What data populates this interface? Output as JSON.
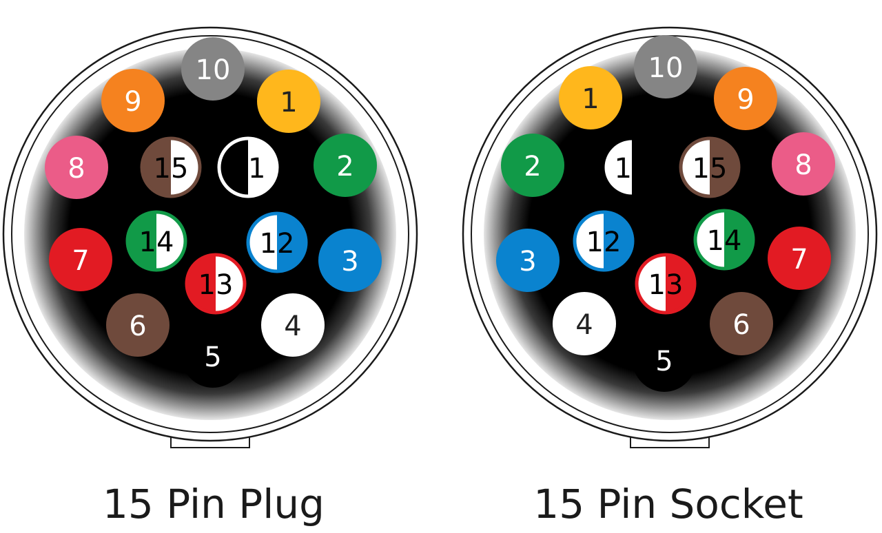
{
  "connectors": [
    {
      "id": "plug",
      "caption": "15 Pin Plug",
      "pins": [
        {
          "n": "1",
          "color": "#ffb71c",
          "text": "#222222"
        },
        {
          "n": "2",
          "color": "#119a48",
          "text": "#ffffff"
        },
        {
          "n": "3",
          "color": "#0a83cf",
          "text": "#ffffff"
        },
        {
          "n": "4",
          "color": "#ffffff",
          "text": "#222222"
        },
        {
          "n": "5",
          "color": "#000000",
          "text": "#ffffff"
        },
        {
          "n": "6",
          "color": "#6f4a3c",
          "text": "#ffffff"
        },
        {
          "n": "7",
          "color": "#e21b23",
          "text": "#ffffff"
        },
        {
          "n": "8",
          "color": "#eb5c88",
          "text": "#ffffff"
        },
        {
          "n": "9",
          "color": "#f5821f",
          "text": "#ffffff"
        },
        {
          "n": "10",
          "color": "#858585",
          "text": "#ffffff"
        },
        {
          "n": "11",
          "split": [
            "#000000",
            "#ffffff"
          ],
          "ring": "#ffffff",
          "text": "#000000"
        },
        {
          "n": "12",
          "split": [
            "#ffffff",
            "#0a83cf"
          ],
          "ring": "#0a83cf",
          "text": "#000000"
        },
        {
          "n": "13",
          "split": [
            "#e21b23",
            "#ffffff"
          ],
          "ring": "#e21b23",
          "text": "#000000"
        },
        {
          "n": "14",
          "split": [
            "#119a48",
            "#ffffff"
          ],
          "ring": "#119a48",
          "text": "#000000"
        },
        {
          "n": "15",
          "split": [
            "#6f4a3c",
            "#ffffff"
          ],
          "ring": "#6f4a3c",
          "text": "#000000"
        }
      ]
    },
    {
      "id": "socket",
      "caption": "15 Pin Socket",
      "pins": [
        {
          "n": "1",
          "color": "#ffb71c",
          "text": "#222222"
        },
        {
          "n": "2",
          "color": "#119a48",
          "text": "#ffffff"
        },
        {
          "n": "3",
          "color": "#0a83cf",
          "text": "#ffffff"
        },
        {
          "n": "4",
          "color": "#ffffff",
          "text": "#222222"
        },
        {
          "n": "5",
          "color": "#000000",
          "text": "#ffffff"
        },
        {
          "n": "6",
          "color": "#6f4a3c",
          "text": "#ffffff"
        },
        {
          "n": "7",
          "color": "#e21b23",
          "text": "#ffffff"
        },
        {
          "n": "8",
          "color": "#eb5c88",
          "text": "#ffffff"
        },
        {
          "n": "9",
          "color": "#f5821f",
          "text": "#ffffff"
        },
        {
          "n": "10",
          "color": "#858585",
          "text": "#ffffff"
        },
        {
          "n": "11",
          "split": [
            "#ffffff",
            "#000000"
          ],
          "ring": "#000000",
          "text": "#000000"
        },
        {
          "n": "12",
          "split": [
            "#ffffff",
            "#0a83cf"
          ],
          "ring": "#0a83cf",
          "text": "#000000"
        },
        {
          "n": "13",
          "split": [
            "#ffffff",
            "#e21b23"
          ],
          "ring": "#e21b23",
          "text": "#000000"
        },
        {
          "n": "14",
          "split": [
            "#ffffff",
            "#119a48"
          ],
          "ring": "#119a48",
          "text": "#000000"
        },
        {
          "n": "15",
          "split": [
            "#ffffff",
            "#6f4a3c"
          ],
          "ring": "#6f4a3c",
          "text": "#000000"
        }
      ]
    }
  ]
}
